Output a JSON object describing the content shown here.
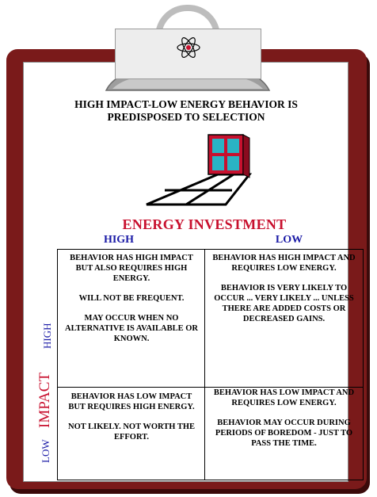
{
  "heading": {
    "line1": "HIGH IMPACT-LOW ENERGY BEHAVIOR IS",
    "line2": "PREDISPOSED TO SELECTION"
  },
  "energy_axis": {
    "title": "ENERGY INVESTMENT",
    "high": "HIGH",
    "low": "LOW"
  },
  "impact_axis": {
    "title": "IMPACT",
    "high": "HIGH",
    "low": "LOW"
  },
  "cells": {
    "top_left": [
      "BEHAVIOR HAS HIGH IMPACT BUT ALSO REQUIRES HIGH ENERGY.",
      "WILL NOT BE FREQUENT.",
      "MAY OCCUR WHEN NO ALTERNATIVE IS AVAILABLE OR KNOWN."
    ],
    "top_right": [
      "BEHAVIOR HAS HIGH IMPACT AND REQUIRES LOW ENERGY.",
      "BEHAVIOR IS VERY LIKELY TO OCCUR ... VERY LIKELY ... UNLESS THERE ARE ADDED COSTS OR DECREASED GAINS."
    ],
    "bottom_left": [
      "BEHAVIOR HAS LOW IMPACT BUT REQUIRES HIGH ENERGY.",
      "NOT LIKELY. NOT WORTH THE EFFORT."
    ],
    "bottom_right": [
      "BEHAVIOR HAS LOW IMPACT AND REQUIRES LOW ENERGY.",
      "BEHAVIOR MAY OCCUR DURING PERIODS OF BOREDOM - JUST TO PASS THE TIME."
    ]
  },
  "icons": {
    "clip": "clipboard-clip-icon",
    "atom": "atom-icon",
    "window": "window-icon"
  },
  "colors": {
    "board": "#7a1a1a",
    "energy_title": "#c8102e",
    "axis_blue": "#1a1aa6",
    "window_red": "#c8102e",
    "window_glass": "#2ab3c4"
  }
}
